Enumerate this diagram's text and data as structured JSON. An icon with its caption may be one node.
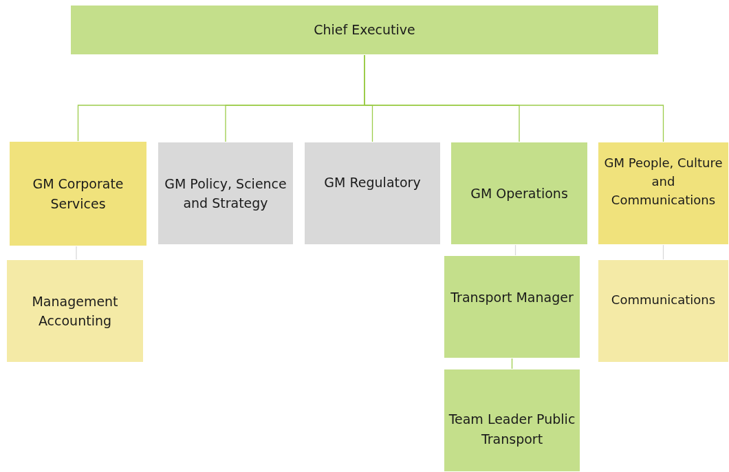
{
  "diagram": {
    "nodes": [
      {
        "text": [
          "Chief Executive"
        ]
      },
      {
        "text": [
          "GM Corporate Services"
        ]
      },
      {
        "text": [
          "Management Accounting"
        ]
      },
      {
        "text": [
          "GM Policy, Science and Strategy"
        ]
      },
      {
        "text": [
          "GM Regulatory"
        ]
      },
      {
        "text": [
          "GM Operations"
        ]
      },
      {
        "text": [
          "Transport Manager"
        ]
      },
      {
        "text": [
          "Team Leader Public Transport"
        ]
      },
      {
        "text": [
          "GM People, Culture and Communications"
        ]
      },
      {
        "text": [
          "Communications"
        ]
      }
    ],
    "edges": [
      {
        "from": 0,
        "to": 1,
        "arrow": "none"
      },
      {
        "from": 0,
        "to": 3,
        "arrow": "none"
      },
      {
        "from": 0,
        "to": 4,
        "arrow": "none"
      },
      {
        "from": 0,
        "to": 5,
        "arrow": "none"
      },
      {
        "from": 0,
        "to": 8,
        "arrow": "none"
      },
      {
        "from": 1,
        "to": 2,
        "arrow": "none",
        "color": "#d9d9d9"
      },
      {
        "from": 5,
        "to": 6,
        "arrow": "none",
        "color": "#d9d9d9"
      },
      {
        "from": 6,
        "to": 7,
        "arrow": "none"
      },
      {
        "from": 8,
        "to": 9,
        "arrow": "none",
        "color": "#d9d9d9"
      }
    ]
  }
}
